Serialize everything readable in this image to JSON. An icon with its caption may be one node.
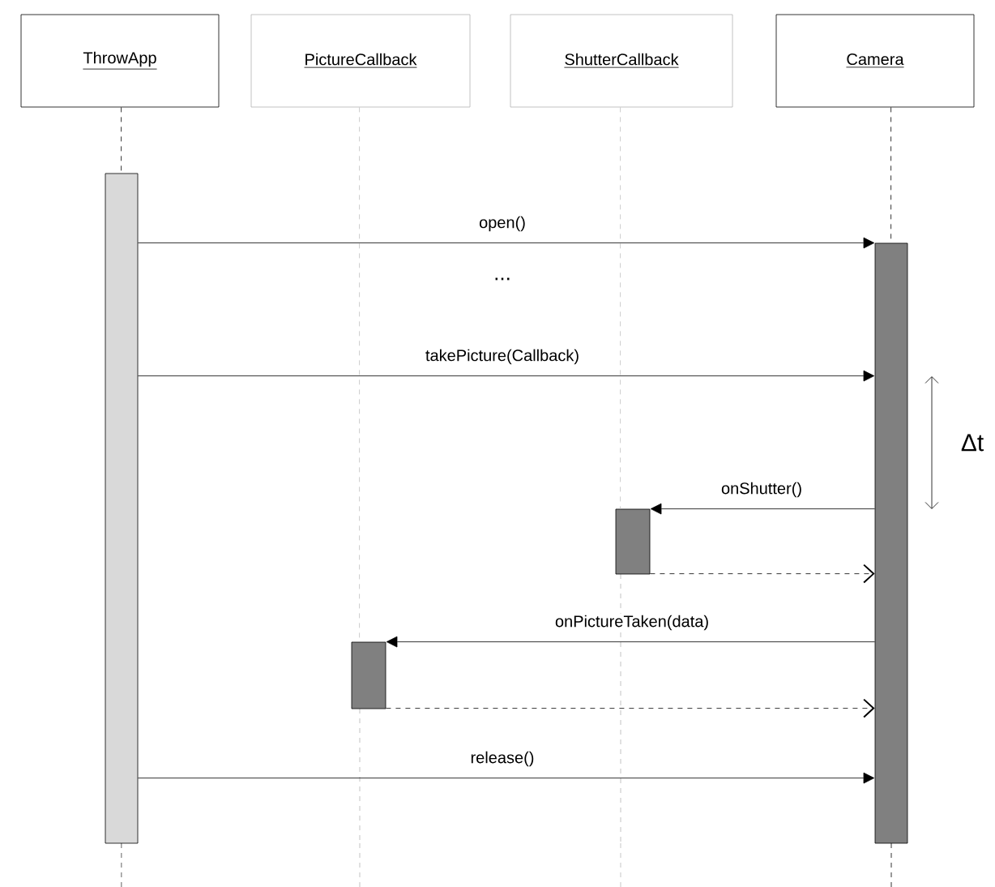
{
  "diagram": {
    "nodes": [
      {
        "text": [
          "ThrowApp"
        ]
      },
      {
        "text": [
          "PictureCallback"
        ]
      },
      {
        "text": [
          "ShutterCallback"
        ]
      },
      {
        "text": [
          "Camera"
        ]
      },
      {
        "text": [],
        "shape": "bar"
      },
      {
        "text": [],
        "shape": "bar"
      },
      {
        "text": [],
        "shape": "bar"
      },
      {
        "text": [],
        "shape": "bar"
      }
    ],
    "edges": [
      {
        "from": 0,
        "to": 4,
        "arrow": "none",
        "style": "dashed"
      },
      {
        "from": 1,
        "to": 5,
        "arrow": "none",
        "style": "dashed",
        "color": "#bfbfbf"
      },
      {
        "from": 2,
        "to": 6,
        "arrow": "none",
        "style": "dashed",
        "color": "#bfbfbf"
      },
      {
        "from": 3,
        "to": 7,
        "arrow": "none",
        "style": "dashed"
      },
      {
        "from": 4,
        "to": 7,
        "arrow": "to",
        "label": "open()"
      },
      {
        "from": 4,
        "to": 7,
        "arrow": "to",
        "label": "takePicture(Callback)"
      },
      {
        "from": 7,
        "to": 6,
        "arrow": "to",
        "label": "onShutter()"
      },
      {
        "from": 6,
        "to": 7,
        "arrow": "to",
        "style": "dashed"
      },
      {
        "from": 7,
        "to": 5,
        "arrow": "to",
        "label": "onPictureTaken(data)"
      },
      {
        "from": 5,
        "to": 7,
        "arrow": "to",
        "style": "dashed"
      },
      {
        "from": 4,
        "to": 7,
        "arrow": "to",
        "label": "release()"
      }
    ],
    "labels": [
      "...",
      "Δt"
    ]
  }
}
